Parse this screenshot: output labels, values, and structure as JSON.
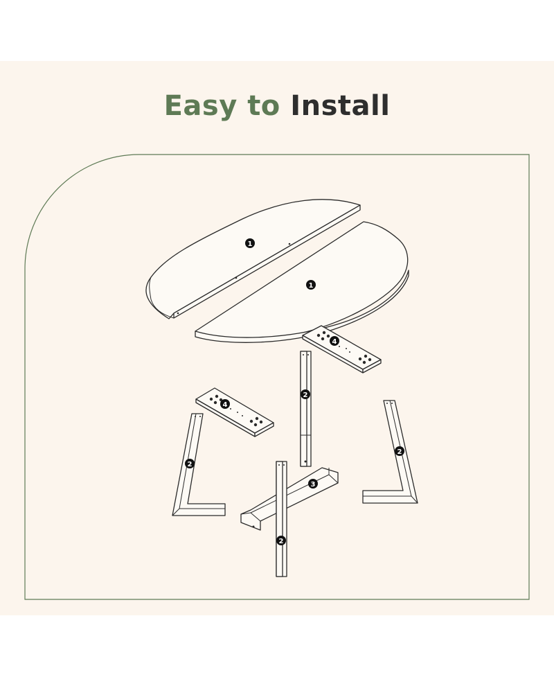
{
  "header": {
    "title_highlight": "Easy to",
    "title_rest": "Install"
  },
  "diagram": {
    "accent_color": "#5e7a55",
    "frame_color": "#5e7a55",
    "parts": [
      {
        "id": "tabletop-half-left",
        "number": "1"
      },
      {
        "id": "tabletop-half-right",
        "number": "1"
      },
      {
        "id": "leg-center",
        "number": "2"
      },
      {
        "id": "leg-left",
        "number": "2"
      },
      {
        "id": "leg-right",
        "number": "2"
      },
      {
        "id": "leg-front",
        "number": "2"
      },
      {
        "id": "base-crossbar",
        "number": "3"
      },
      {
        "id": "mounting-plate-right",
        "number": "4"
      },
      {
        "id": "mounting-plate-left",
        "number": "4"
      }
    ]
  }
}
